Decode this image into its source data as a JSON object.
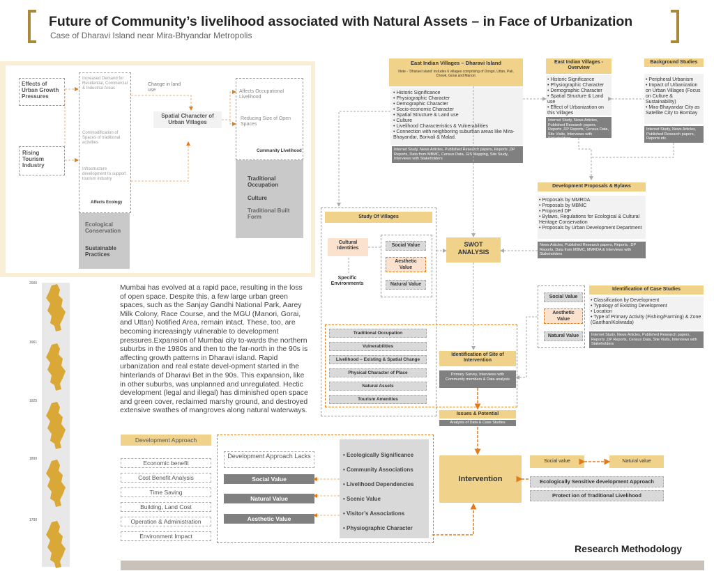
{
  "header": {
    "title": "Future of Community’s livelihood associated with Natural Assets – in Face of Urbanization",
    "subtitle": "Case of Dharavi Island near Mira-Bhyandar Metropolis"
  },
  "impact_diagram": {
    "effects": "Effects of Urban Growth Pressures",
    "tourism": "Rising Tourism Industry",
    "increased_demand": "Increased Demand for Residential, Commercial & Industrial Areas",
    "commodification": "Commodification of Spaces of traditional activities",
    "infrastructure": "Infrastructure development to support tourism industry",
    "affects_ecology": "Affects Ecology",
    "change_land_use": "Change in land use",
    "spatial_character": "Spatial Character of Urban Villages",
    "affects_occupational": "Affects Occupational Livelihood",
    "reducing_size": "Reducing Size of Open Spaces",
    "community_livelihood": "Community Livelihood",
    "ecological_conservation": "Ecological Conservation",
    "sustainable_practices": "Sustainable Practices",
    "traditional_occupation": "Traditional Occupation",
    "culture": "Culture",
    "traditional_built_form": "Traditional Built Form"
  },
  "timeline": {
    "years": [
      "2000",
      "1961",
      "1925",
      "1800",
      "1700"
    ]
  },
  "narrative": "Mumbai has evolved at a rapid pace, resulting in the loss of open space. Despite this, a few large urban green spaces, such as the Sanjay Gandhi National Park, Aarey Milk Colony, Race Course, and the MGU (Manori, Gorai, and Uttan) Notified Area, remain intact. These, too, are becoming increasingly vulnerable to development pressures.Expansion of Mumbai city to-wards the northern suburbs in the 1980s and then to the far-north in the 90s is affecting growth patterns in Dharavi island. Rapid urbanization and real estate devel-opment started in the hinterlands of Dharavi Bet in the 90s.  This expansion, like in other suburbs, was unplanned and unregulated. Hectic development (legal and illegal) has diminished open space and green cover, reclaimed marshy ground, and destroyed extensive swathes of mangroves along natural waterways.",
  "dharavi": {
    "title": "East Indian Villages – Dharavi Island",
    "note": "Note - ‘Dharavi Island’ includes 6 villages comprising of Dongri, Uttan, Pali, Chowk, Gorai and Manori.",
    "items": [
      "Historic Significance",
      "Physiographic Character",
      "Demographic Character",
      "Socio-economic Character",
      "Spatial Structure & Land use",
      "Culture",
      "Livelihood Characteristics & Vulnerabilities",
      "Connection with neighboring suburban areas like Mira-Bhayandar, Borivali & Malad."
    ],
    "sources": "Internet Study, News Articles, Published Research papers, Reports ,DP Reports, Data from MBMC, Census Data, GIS Mapping, Site Study, Interviews with Stakeholders"
  },
  "overview": {
    "title": "East Indian Villages - Overview",
    "items": [
      "Historic Significance",
      "Physiographic Character",
      "Demographic Character",
      "Spatial Structure & Land use",
      "Effect of Urbanization on this Villages"
    ],
    "sources": "Internet Study, News Articles, Published Research papers, Reports ,DP Reports, Census Data, Site Visits, Interviews with Stakeholders"
  },
  "background": {
    "title": "Background Studies",
    "items": [
      "Peripheral Urbanism",
      "Impact of Urbanization on Urban Villages (Focus on Culture & Sustainability)",
      "Mira-Bhayandar City as Satellite City to Bombay"
    ],
    "sources": "Internet Study, News Articles, Published Research papers, Reports etc."
  },
  "proposals": {
    "title": "Development Proposals & Bylaws",
    "items": [
      "Proposals by MMRDA",
      "Proposals by MBMC",
      "Proposed DP",
      "Bylaws, Regulations for Ecological &  Cultural Heritage Conservation",
      "Proposals by  Urban Development Department"
    ],
    "sources": "News Articles, Published Research papers, Reports, ,DP Reports, Data from MBMC, MMRDA  & Interviews with Stakeholders"
  },
  "study": {
    "title": "Study Of Villages",
    "cultural_identities": "Cultural Identities",
    "specific_environments": "Specific Environments",
    "social_value": "Social Value",
    "aesthetic_value": "Aesthetic Value",
    "natural_value": "Natural Value"
  },
  "swot": "SWOT ANALYSIS",
  "case_studies": {
    "title": "Identification of Case Studies",
    "social_value": "Social Value",
    "aesthetic_value": "Aesthetic Value",
    "natural_value": "Natural Value",
    "items": [
      "Classification by Development",
      "Typology of Existing Development",
      "Location",
      "Type of Primary Activity (Fishing/Farming) & Zone (Gaothan/Koliwada)"
    ],
    "sources": "Internet Study, News Articles, Published Research papers, Reports ,DP Reports, Census Data, Site Visits, Interviews with Stakeholders"
  },
  "aspects": [
    "Traditional Occupation",
    "Vulnerabilities",
    "Livelihood – Existing & Spatial Change",
    "Physical Character of Place",
    "Natural Assets",
    "Tourism Amenities"
  ],
  "site": {
    "title": "Identification of Site of Intervention",
    "sources": "Primary Survey, Interviews with Community members & Data analysis"
  },
  "issues": {
    "title": "Issues & Potential",
    "sub": "Analysis of Data & Case Studies"
  },
  "approach": {
    "title": "Development Approach",
    "items": [
      "Economic benefit",
      "Cost Benefit Analysis",
      "Time Saving",
      "Building, Land Cost",
      "Operation & Administration",
      "Environment Impact"
    ],
    "lacks": "Development Approach Lacks",
    "values": [
      "Social Value",
      "Natural Value",
      "Aesthetic Value"
    ],
    "qualities": [
      "Ecologically Significance",
      "Community Associations",
      "Livelihood Dependencies",
      "Scenic Value",
      "Visitor’s Associations",
      "Physiographic Character"
    ]
  },
  "intervention": {
    "title": "Intervention",
    "social_value": "Social value",
    "natural_value": "Natural value",
    "approach": "Ecologically Sensitive development Approach",
    "protection": "Protect ion of Traditional Livelihood"
  },
  "footer": {
    "label": "Research Methodology"
  },
  "colors": {
    "gold": "#f0d28a",
    "orange": "#e07b1a",
    "grey": "#808080",
    "peach": "#fbe2cf",
    "bracket": "#a8893a"
  }
}
